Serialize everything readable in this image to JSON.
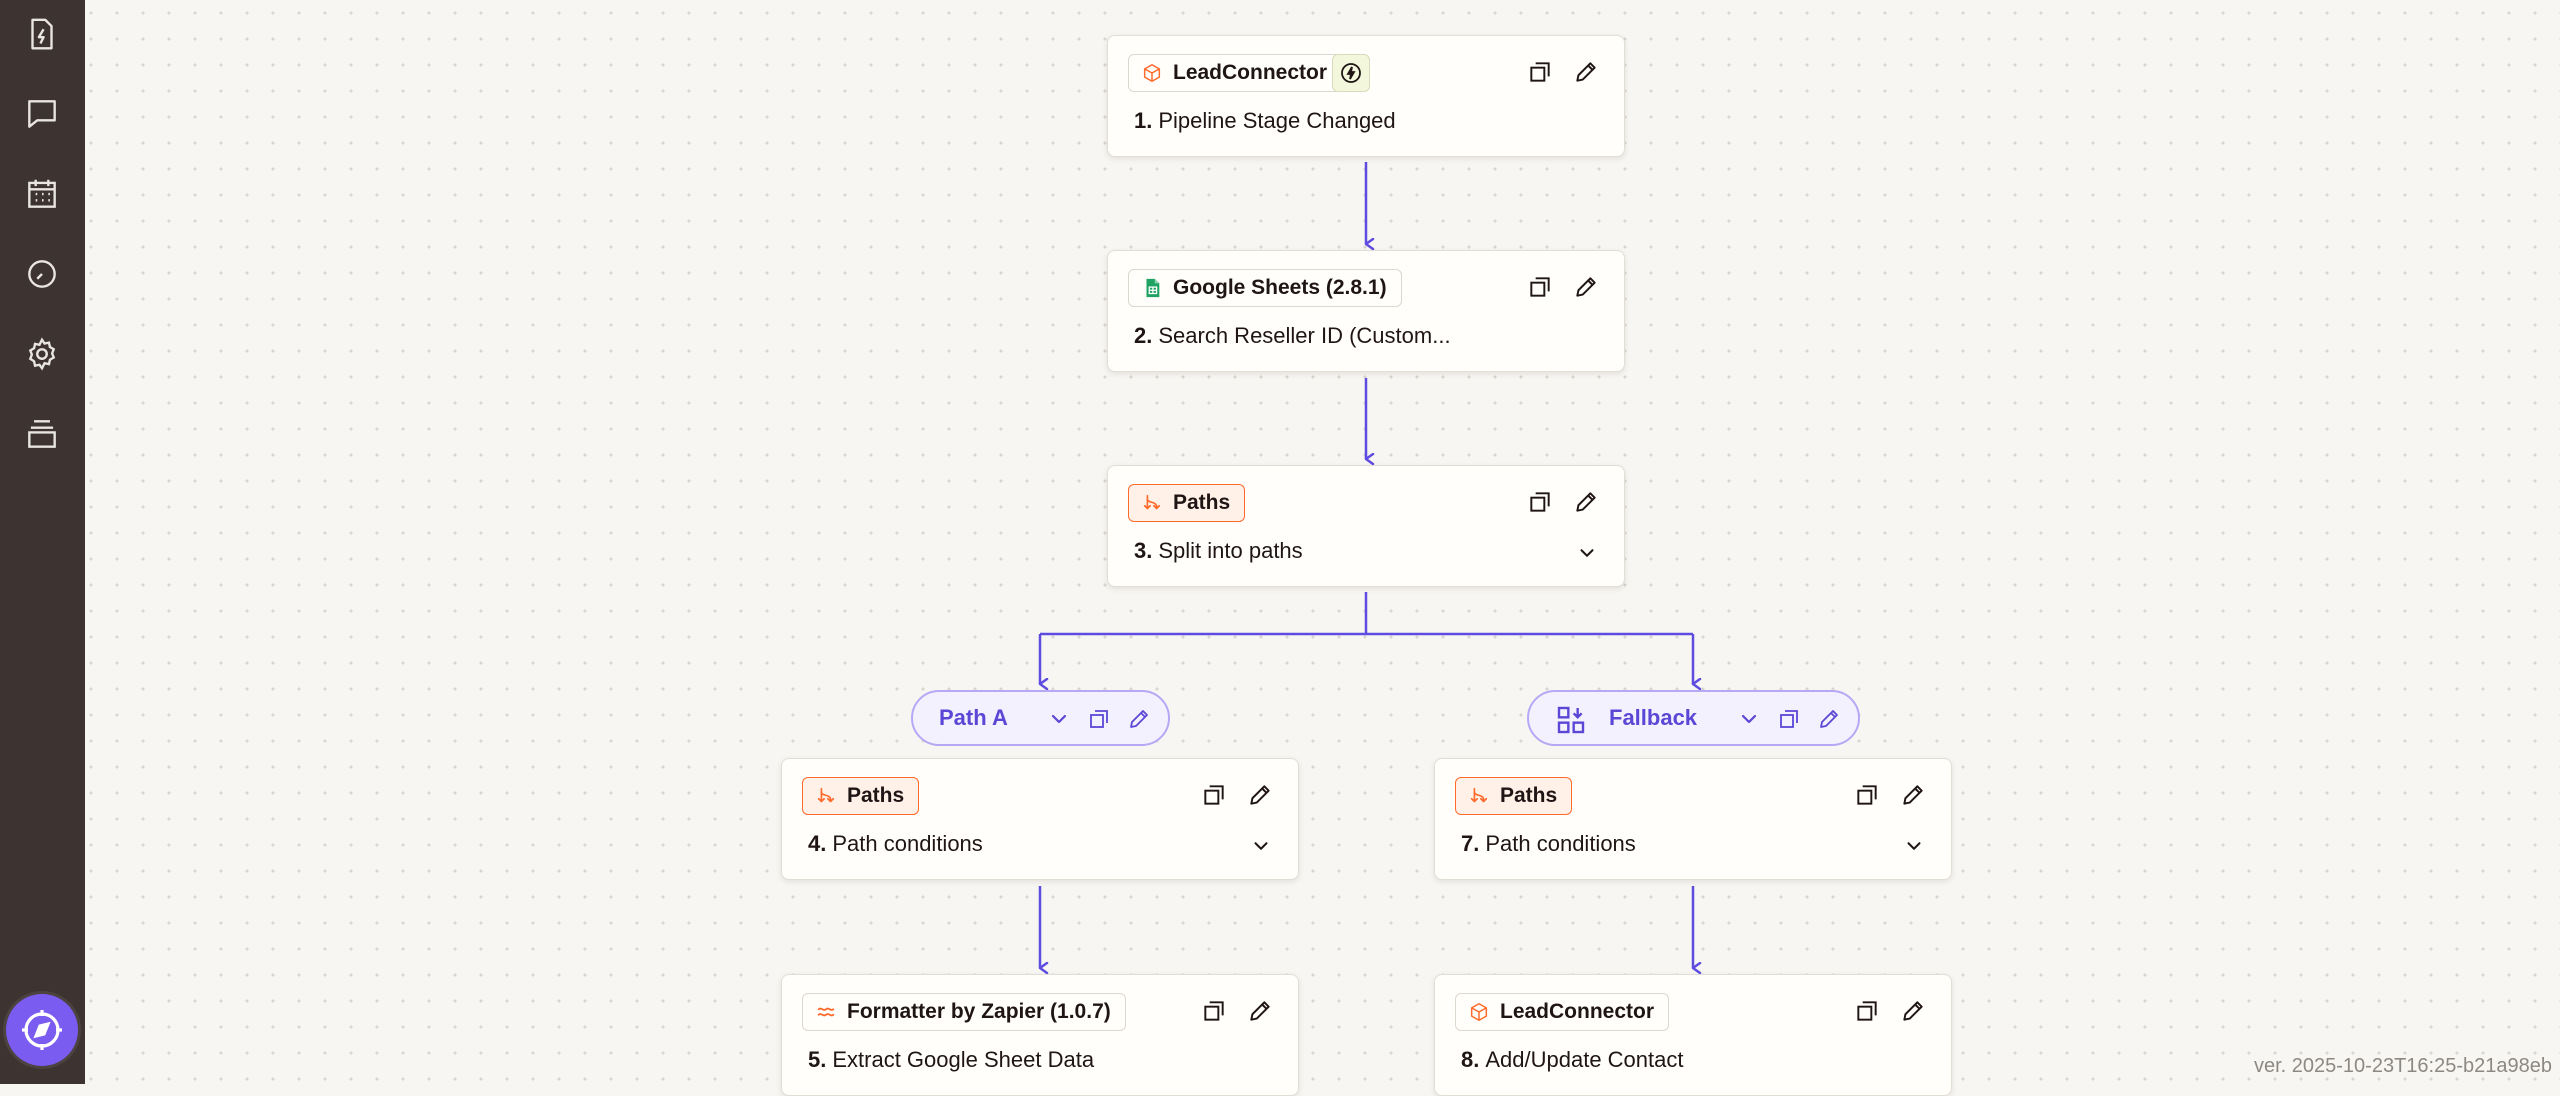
{
  "sidebar": {
    "items": [
      {
        "name": "zaps",
        "icon": "lightning-doc-icon"
      },
      {
        "name": "chat",
        "icon": "chat-icon"
      },
      {
        "name": "calendar",
        "icon": "calendar-icon"
      },
      {
        "name": "history",
        "icon": "clock-icon"
      },
      {
        "name": "settings",
        "icon": "gear-icon"
      },
      {
        "name": "versions",
        "icon": "stack-icon"
      }
    ],
    "copilot_icon": "compass-icon"
  },
  "steps": [
    {
      "number": "1.",
      "app": "LeadConnector",
      "title": "Pipeline Stage Changed",
      "icon": "leadconnector-icon",
      "trigger": true
    },
    {
      "number": "2.",
      "app": "Google Sheets (2.8.1)",
      "title": "Search Reseller ID (Custom...",
      "icon": "sheets-icon"
    },
    {
      "number": "3.",
      "app": "Paths",
      "title": "Split into paths",
      "icon": "paths-icon",
      "expandable": true
    },
    {
      "number": "4.",
      "app": "Paths",
      "title": "Path conditions",
      "icon": "paths-icon",
      "expandable": true
    },
    {
      "number": "7.",
      "app": "Paths",
      "title": "Path conditions",
      "icon": "paths-icon",
      "expandable": true
    },
    {
      "number": "5.",
      "app": "Formatter by Zapier (1.0.7)",
      "title": "Extract Google Sheet Data",
      "icon": "formatter-icon"
    },
    {
      "number": "8.",
      "app": "LeadConnector",
      "title": "Add/Update Contact",
      "icon": "leadconnector-icon"
    }
  ],
  "paths": [
    {
      "label": "Path A"
    },
    {
      "label": "Fallback",
      "icon": "fallback-icon"
    }
  ],
  "version": "ver. 2025-10-23T16:25-b21a98eb",
  "colors": {
    "rail": "#3d3431",
    "accent": "#5b47d6",
    "connector": "#5e4ce0",
    "paths_orange": "#ff6a2a",
    "copilot": "#7a5cf0"
  }
}
